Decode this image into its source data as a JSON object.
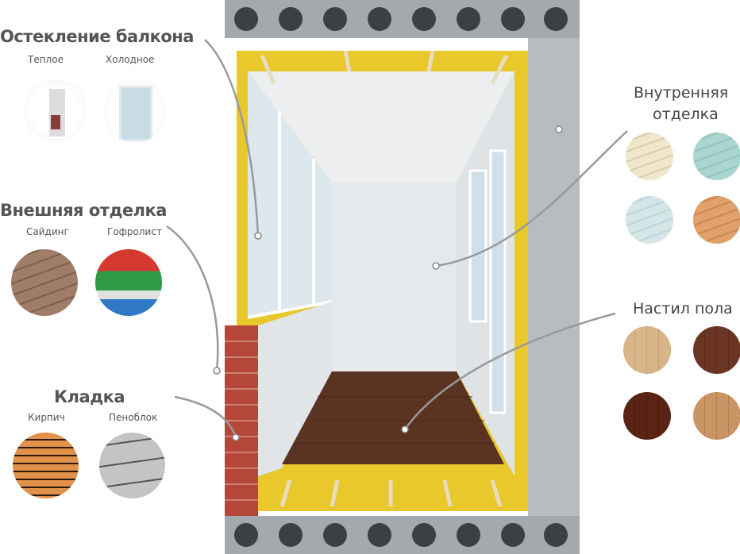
{
  "sections": {
    "glazing": {
      "title": "Остекление балкона",
      "options": [
        "Теплое",
        "Холодное"
      ]
    },
    "exterior": {
      "title": "Внешняя отделка",
      "options": [
        "Сайдинг",
        "Гофролист"
      ]
    },
    "masonry": {
      "title": "Кладка",
      "options": [
        "Кирпич",
        "Пеноблок"
      ]
    },
    "interior": {
      "title_line1": "Внутренняя",
      "title_line2": "отделка"
    },
    "floor": {
      "title": "Настил пола"
    }
  },
  "colors": {
    "insulation": "#e8c82a",
    "concrete": "#a9adb0",
    "brick": "#b4473a",
    "floor": "#5a3322",
    "text": "#555555"
  }
}
